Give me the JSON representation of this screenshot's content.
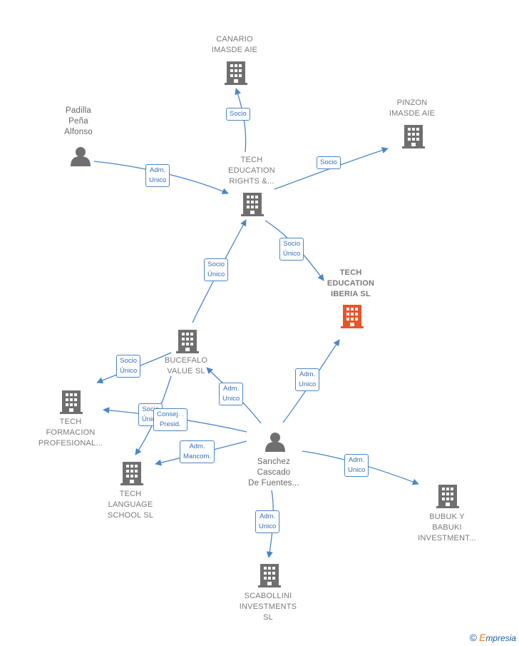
{
  "nodes": {
    "canario": {
      "label_lines": [
        "CANARIO",
        "IMASDE  AIE"
      ]
    },
    "pinzon": {
      "label_lines": [
        "PINZON",
        "IMASDE  AIE"
      ]
    },
    "padilla": {
      "label_lines": [
        "Padilla",
        "Peña",
        "Alfonso"
      ]
    },
    "tech_rights": {
      "label_lines": [
        "TECH",
        "EDUCATION",
        "RIGHTS &..."
      ]
    },
    "tech_iberia": {
      "label_lines": [
        "TECH",
        "EDUCATION",
        "IBERIA  SL"
      ]
    },
    "bucefalo": {
      "label_lines": [
        "BUCEFALO",
        "VALUE  SL"
      ]
    },
    "tech_formacion": {
      "label_lines": [
        "TECH",
        "FORMACION",
        "PROFESIONAL..."
      ]
    },
    "tech_language": {
      "label_lines": [
        "TECH",
        "LANGUAGE",
        "SCHOOL  SL"
      ]
    },
    "sanchez": {
      "label_lines": [
        "Sanchez",
        "Cascado",
        "De Fuentes..."
      ]
    },
    "bubuk": {
      "label_lines": [
        "BUBUK Y",
        "BABUKI",
        "INVESTMENT..."
      ]
    },
    "scabollini": {
      "label_lines": [
        "SCABOLLINI",
        "INVESTMENTS",
        "SL"
      ]
    }
  },
  "edges": {
    "rights_canario": {
      "label_lines": [
        "Socio"
      ]
    },
    "rights_pinzon": {
      "label_lines": [
        "Socio"
      ]
    },
    "padilla_rights": {
      "label_lines": [
        "Adm.",
        "Unico"
      ]
    },
    "rights_iberia": {
      "label_lines": [
        "Socio",
        "Único"
      ]
    },
    "bucefalo_rights": {
      "label_lines": [
        "Socio",
        "Único"
      ]
    },
    "bucefalo_formacion": {
      "label_lines": [
        "Socio",
        "Único"
      ]
    },
    "bucefalo_language": {
      "label_lines": [
        "Socio",
        "Único"
      ]
    },
    "sanchez_bucefalo": {
      "label_lines": [
        "Adm.",
        "Unico"
      ]
    },
    "sanchez_iberia": {
      "label_lines": [
        "Adm.",
        "Unico"
      ]
    },
    "sanchez_formacion": {
      "label_lines": [
        "Consej. .",
        "Presid."
      ]
    },
    "sanchez_language": {
      "label_lines": [
        "Adm.",
        "Mancom."
      ]
    },
    "sanchez_bubuk": {
      "label_lines": [
        "Adm.",
        "Unico"
      ]
    },
    "sanchez_scabollini": {
      "label_lines": [
        "Adm.",
        "Unico"
      ]
    }
  },
  "colors": {
    "edge": "#4a86c8",
    "building": "#6f6f6f",
    "focus_building": "#e8552a",
    "person": "#6f6f6f"
  },
  "credit": {
    "symbol": "©",
    "brand_initial": "E",
    "brand_rest": "mpresia"
  }
}
